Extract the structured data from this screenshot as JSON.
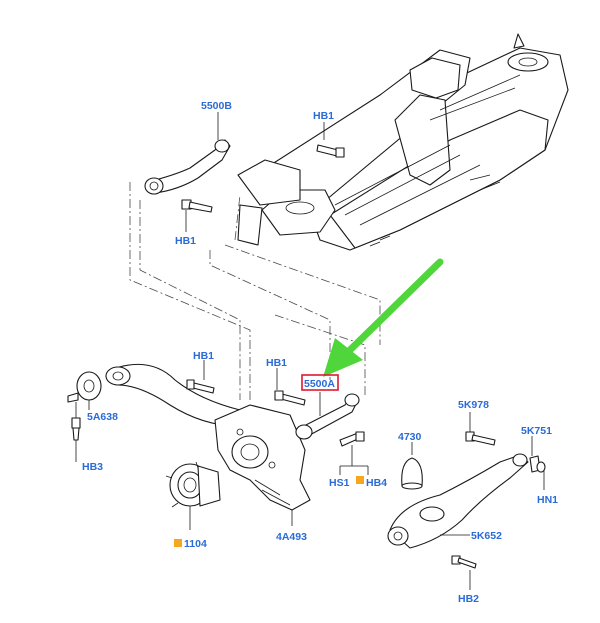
{
  "labels": {
    "p5500B": "5500B",
    "hb1_top": "HB1",
    "hb1_left": "HB1",
    "hb1_mid": "HB1",
    "hb1_right": "HB1",
    "p5500A": "5500A",
    "p5A638": "5A638",
    "hb3": "HB3",
    "p5K978": "5K978",
    "p4730": "4730",
    "p5K751": "5K751",
    "hs1": "HS1",
    "hb4": "HB4",
    "hn1": "HN1",
    "p1104": "1104",
    "p4A493": "4A493",
    "p5K652": "5K652",
    "hb2": "HB2"
  },
  "colors": {
    "label": "#2a6bd6",
    "highlight_box": "#e0182d",
    "arrow": "#4fd63a",
    "marker": "#f5a81d",
    "line": "#1a1a1a"
  },
  "highlighted_part": "5500A",
  "marked_parts": [
    "HB4",
    "1104"
  ]
}
